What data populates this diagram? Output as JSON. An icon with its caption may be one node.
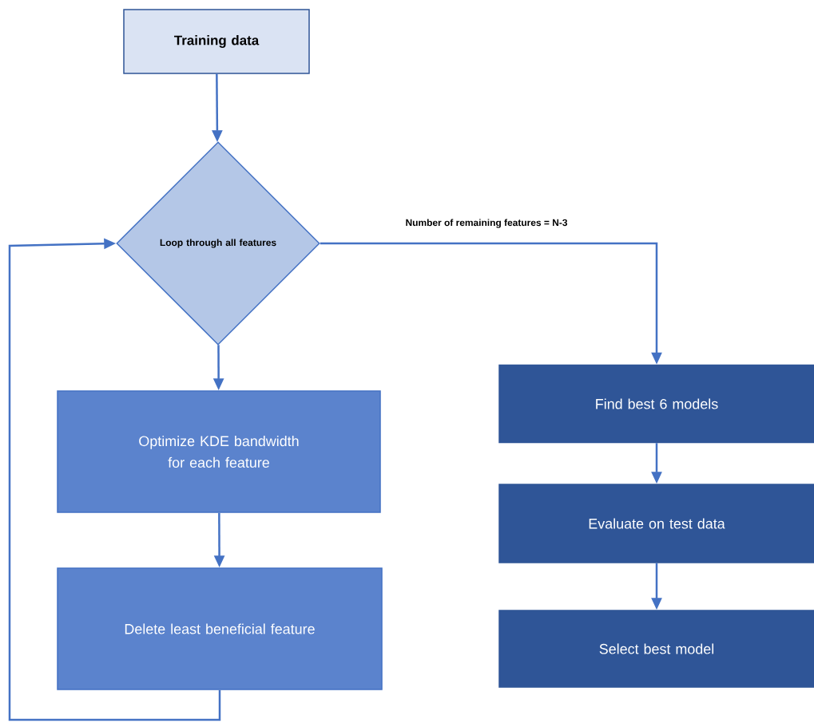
{
  "diagram": {
    "nodes": [
      {
        "text": [
          "Training data"
        ]
      },
      {
        "text": [
          "Loop through all features"
        ]
      },
      {
        "text": [
          "Optimize KDE bandwidth for each feature"
        ]
      },
      {
        "text": [
          "Delete least beneficial feature"
        ]
      },
      {
        "text": [
          "Find best 6 models"
        ]
      },
      {
        "text": [
          "Evaluate on test data"
        ]
      },
      {
        "text": [
          "Select best model"
        ]
      }
    ],
    "edges": [
      {
        "from": 0,
        "to": 1,
        "arrow": "to"
      },
      {
        "from": 1,
        "to": 2,
        "arrow": "to"
      },
      {
        "from": 2,
        "to": 3,
        "arrow": "to"
      },
      {
        "from": 3,
        "to": 1,
        "arrow": "to"
      },
      {
        "from": 1,
        "to": 4,
        "arrow": "to",
        "label": "Number of remaining features = N-3"
      },
      {
        "from": 4,
        "to": 5,
        "arrow": "to"
      },
      {
        "from": 5,
        "to": 6,
        "arrow": "to"
      }
    ]
  }
}
